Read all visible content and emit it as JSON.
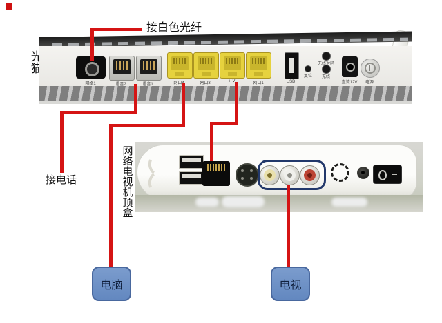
{
  "colors": {
    "annotation_red": "#d51414",
    "box_blue": "#6e93c8",
    "box_border": "#49689e",
    "port_yellow": "#e6d23e",
    "rca_outline_navy": "#22386b"
  },
  "annotations": {
    "fiber": "接白色光纤",
    "modem": "光猫",
    "phone": "接电话",
    "stb": "网络电视机顶盒",
    "computer": "电脑",
    "tv": "电视"
  },
  "modem_ports": {
    "fiber": "网络1",
    "voice2": "语音2",
    "voice1": "语音1",
    "lan4": "网口4",
    "lan3": "网口3",
    "itv": "iTV",
    "lan1": "网口1",
    "usb": "USB",
    "reset": "复位",
    "wps": "无线对码",
    "wifi": "无线",
    "dc": "直流12V",
    "power": "电源"
  }
}
